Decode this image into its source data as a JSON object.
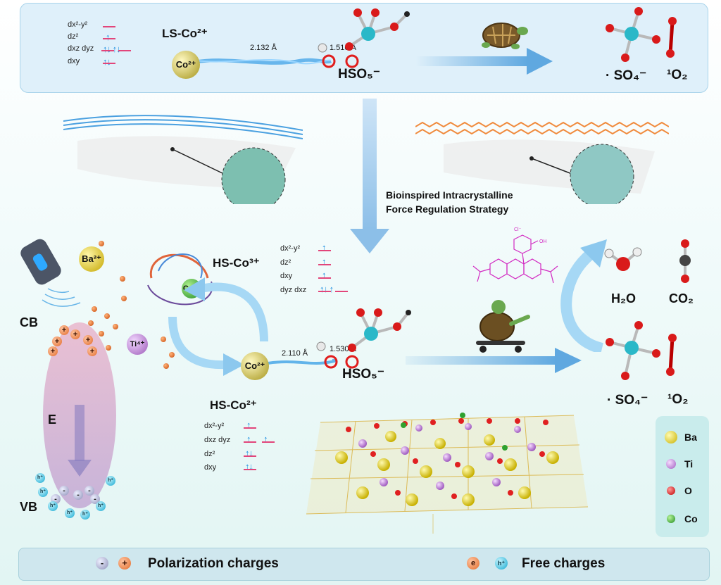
{
  "top_panel": {
    "orbitals": [
      {
        "label": "dx²-y²",
        "arrows": ""
      },
      {
        "label": "dz²",
        "arrows": "↑"
      },
      {
        "label": "dxz dyz",
        "arrows": "↑↓ ↑↓"
      },
      {
        "label": "dxy",
        "arrows": "↑↓"
      }
    ],
    "species_label": "LS-Co²⁺",
    "ion_label": "Co²⁺",
    "bond_co_o": "2.132 Å",
    "bond_o_h": "1.516 Å",
    "hso5_label": "HSO₅⁻",
    "so4_label": "· SO₄⁻",
    "o2_label": "¹O₂"
  },
  "strategy": {
    "line1": "Bioinspired Intracrystalline",
    "line2": "Force Regulation Strategy"
  },
  "left_band": {
    "ba_ion": "Ba²⁺",
    "ti_ion": "Ti⁴⁺",
    "cb": "CB",
    "vb": "VB",
    "field": "E",
    "co3_ion": "Co³⁺",
    "hs_co3": "HS-Co³⁺"
  },
  "hs_co3_orbitals": [
    {
      "label": "dx²-y²",
      "arrows": "↑"
    },
    {
      "label": "dz²",
      "arrows": "↑"
    },
    {
      "label": "dxy",
      "arrows": "↑"
    },
    {
      "label": "dyz dxz",
      "arrows": "↑↓ ↑"
    }
  ],
  "middle": {
    "ion_label": "Co²⁺",
    "bond_co_o": "2.110 Å",
    "bond_o_h": "1.530 Å",
    "hso5_label": "HSO₅⁻",
    "h2o": "H₂O",
    "co2": "CO₂",
    "so4_label": "· SO₄⁻",
    "o2_label": "¹O₂",
    "dye_anion": "Cl⁻",
    "dye_group": "OH"
  },
  "hs_co2": {
    "title": "HS-Co²⁺",
    "orbitals": [
      {
        "label": "dx²-y²",
        "arrows": "↑"
      },
      {
        "label": "dxz dyz",
        "arrows": "↑ ↑"
      },
      {
        "label": "dz²",
        "arrows": "↑↓"
      },
      {
        "label": "dxy",
        "arrows": "↑↓"
      }
    ]
  },
  "legend": {
    "items": [
      {
        "label": "Ba",
        "color": "#e6d21c"
      },
      {
        "label": "Ti",
        "color": "#c77ad9"
      },
      {
        "label": "O",
        "color": "#e02020"
      },
      {
        "label": "Co",
        "color": "#2fa12f"
      }
    ]
  },
  "bottom_bar": {
    "polarization_label": "Polarization charges",
    "free_label": "Free charges",
    "neg_symbol": "-",
    "pos_symbol": "+",
    "e_symbol": "e",
    "h_symbol": "h⁺"
  },
  "colors": {
    "arrow_blue": "#5fa8e0",
    "orbital_red": "#e2457a",
    "orbital_blue": "#1f8fe0",
    "panel_bg": "#dff0fa"
  }
}
